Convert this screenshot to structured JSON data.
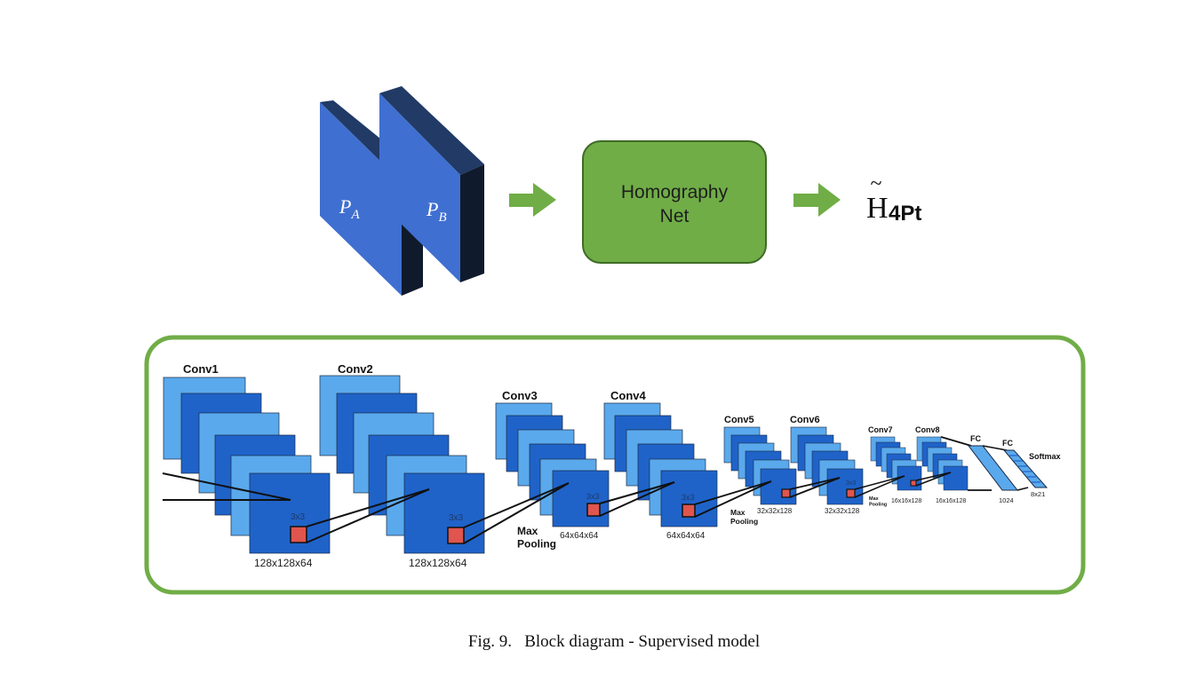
{
  "top": {
    "input_a": "P",
    "input_a_sub": "A",
    "input_b": "P",
    "input_b_sub": "B",
    "net_line1": "Homography",
    "net_line2": "Net",
    "output_main": "H",
    "output_sub": "4Pt"
  },
  "network": {
    "layers": [
      "Conv1",
      "Conv2",
      "Conv3",
      "Conv4",
      "Conv5",
      "Conv6",
      "Conv7",
      "Conv8",
      "FC",
      "FC",
      "Softmax"
    ],
    "kernels": [
      "3x3",
      "3x3",
      "3x3",
      "3x3",
      "3x3"
    ],
    "dims": [
      "128x128x64",
      "128x128x64",
      "64x64x64",
      "64x64x64",
      "32x32x128",
      "32x32x128",
      "16x16x128",
      "16x16x128",
      "1024",
      "8x21"
    ],
    "pooling_large": "Max Pooling",
    "pooling_medium": "Max Pooling",
    "pooling_small": "Max Pooling"
  },
  "caption": "Fig. 9.   Block diagram - Supervised model",
  "colors": {
    "block_face": "#3f6fd0",
    "block_dark": "#0f1a2c",
    "block_top": "#213a66",
    "arrow": "#70ad47",
    "net_box": "#70ad47",
    "panel_border": "#70ad47",
    "layer_light": "#5aa9ec",
    "layer_dark": "#1f63c9",
    "kernel": "#e0554d"
  }
}
